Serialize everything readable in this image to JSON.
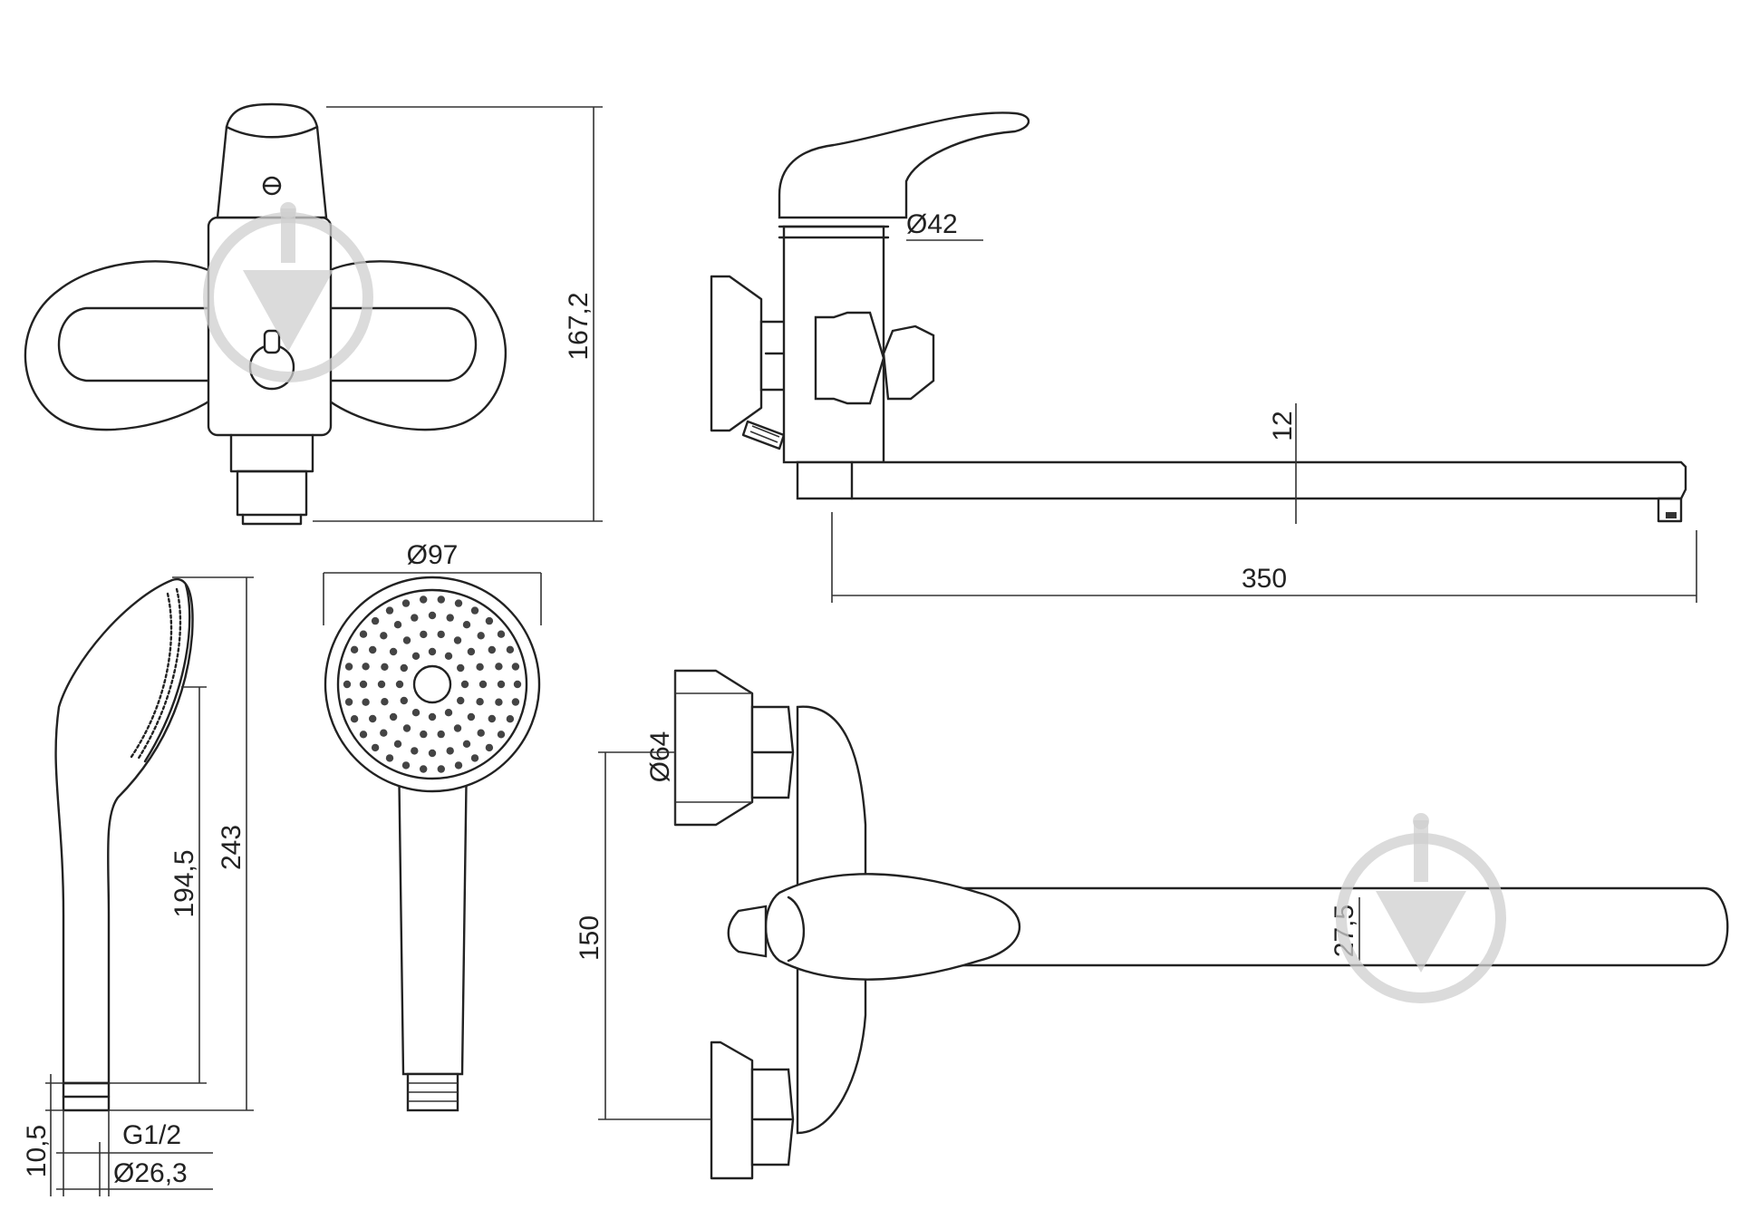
{
  "dimensions": {
    "mixer_height": "167,2",
    "handle_diameter": "Ø42",
    "spout_thickness": "12",
    "spout_length": "350",
    "head_diameter": "Ø97",
    "shower_length": "243",
    "shower_grip_length": "194,5",
    "thread_length": "10,5",
    "thread_size": "G1/2",
    "connector_diameter": "Ø26,3",
    "flange_diameter": "Ø64",
    "connection_spacing": "150",
    "spout_width": "27,5"
  },
  "watermark_icon": "shield-arrow-down-icon"
}
